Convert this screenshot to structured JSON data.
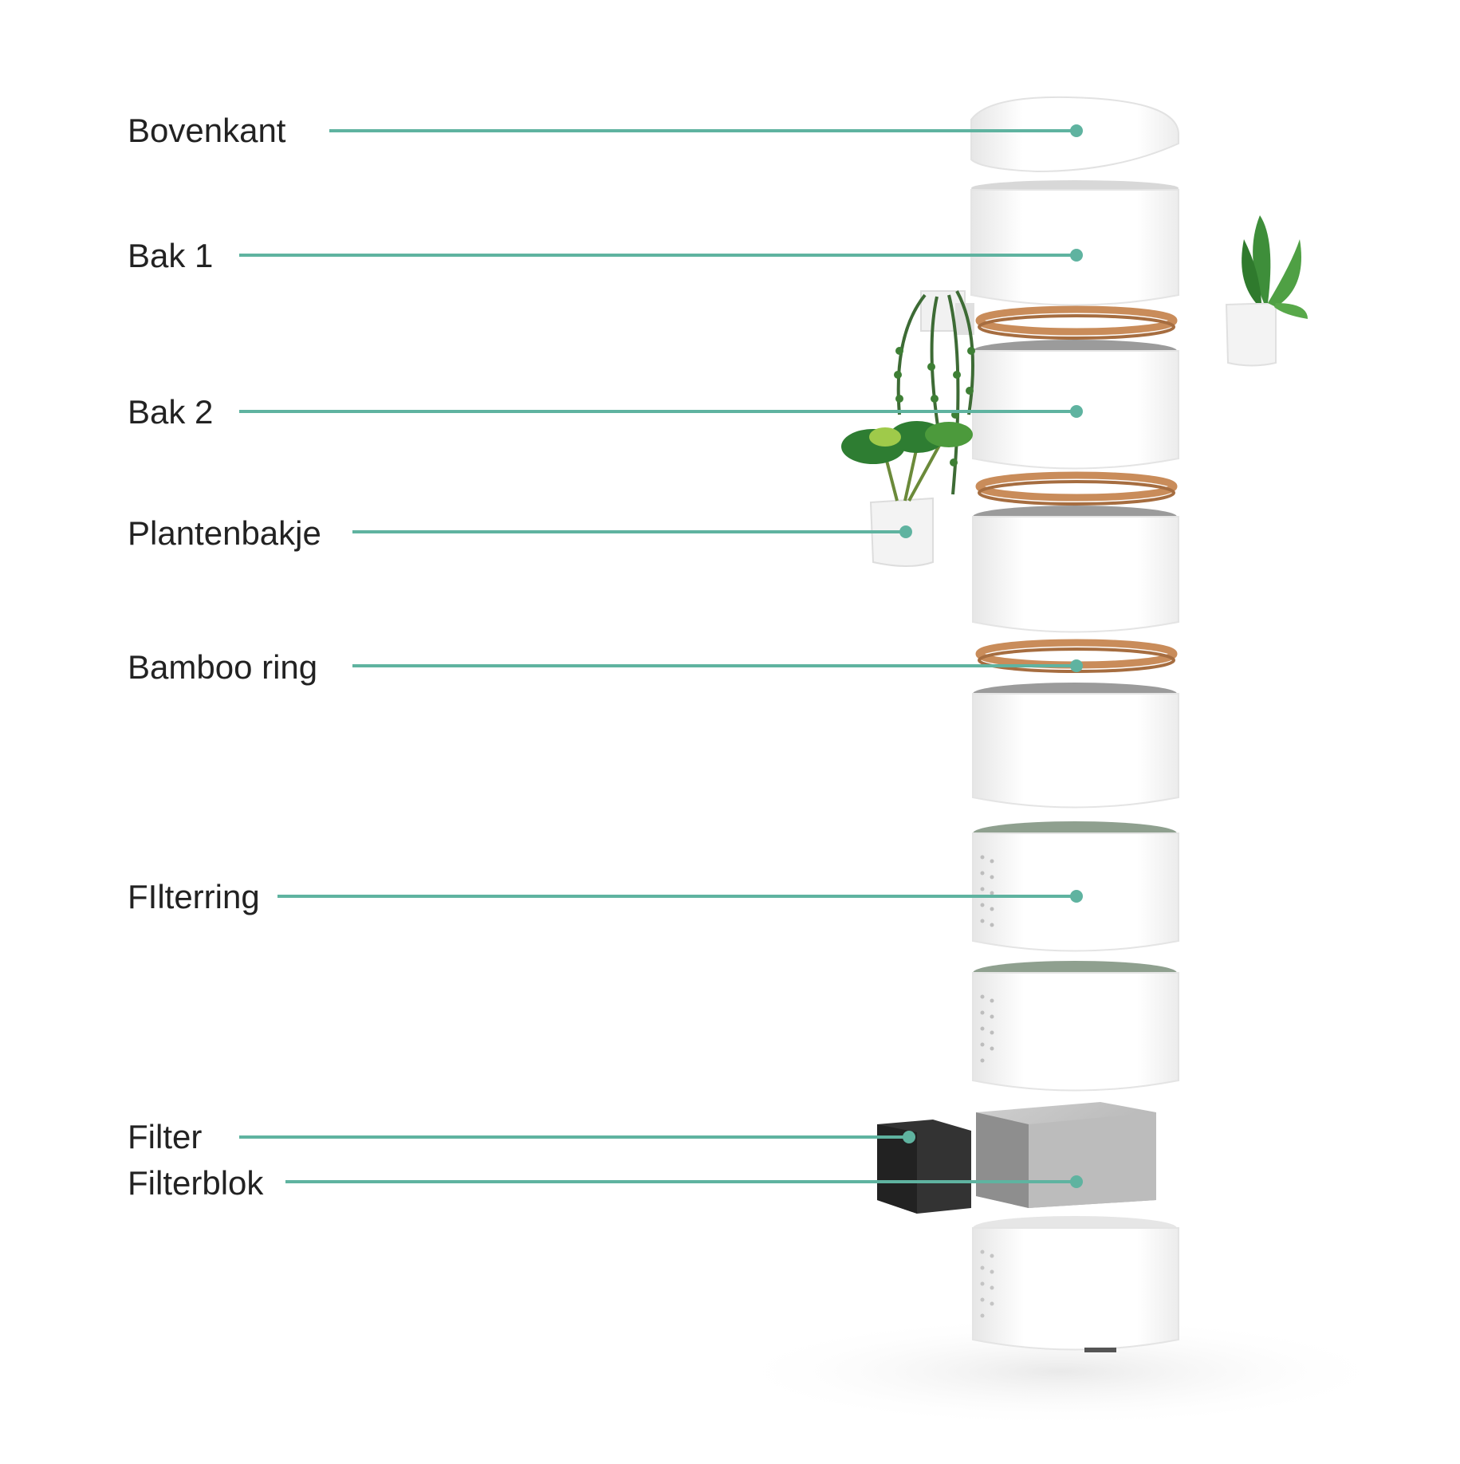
{
  "colors": {
    "leader_line": "#5fb3a0",
    "bamboo": "#c98c5a",
    "module_white": "#f4f4f4",
    "filter_dark": "#333333",
    "filter_block": "#b9b9b9",
    "plant_green": "#3e8e3a"
  },
  "labels": [
    {
      "id": "bovenkant",
      "text": "Bovenkant"
    },
    {
      "id": "bak1",
      "text": "Bak 1"
    },
    {
      "id": "bak2",
      "text": "Bak 2"
    },
    {
      "id": "plantenbakje",
      "text": "Plantenbakje"
    },
    {
      "id": "bamboo-ring",
      "text": "Bamboo ring"
    },
    {
      "id": "filterring",
      "text": "FIlterring"
    },
    {
      "id": "filter",
      "text": "Filter"
    },
    {
      "id": "filterblok",
      "text": "Filterblok"
    }
  ]
}
